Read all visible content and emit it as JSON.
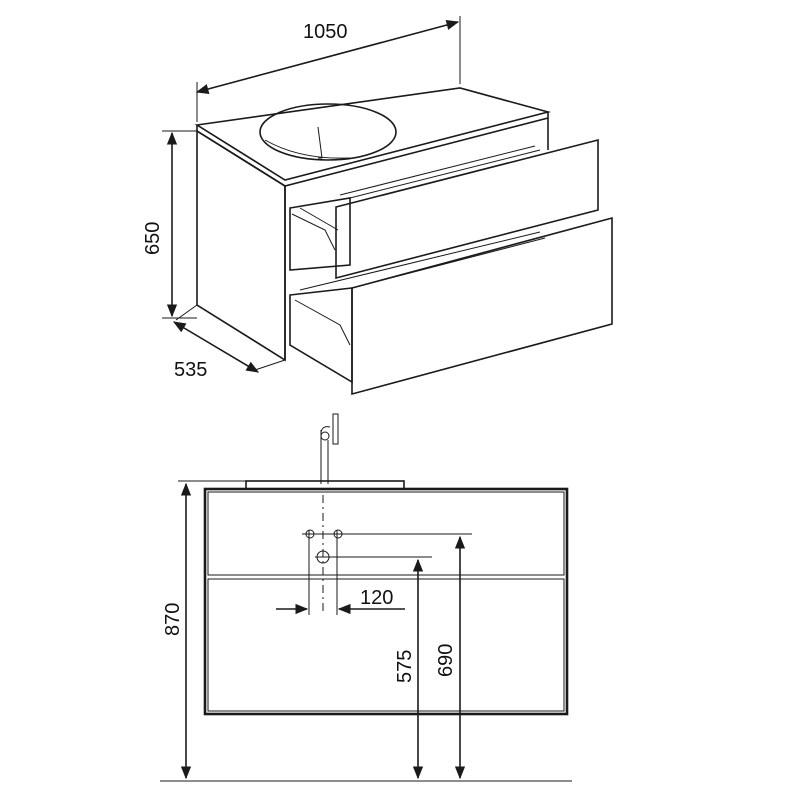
{
  "drawing": {
    "iso_view": {
      "width_label": "1050",
      "height_label": "650",
      "depth_label": "535"
    },
    "front_view": {
      "height_label": "870",
      "hole_spacing_label": "120",
      "drain_height_label": "575",
      "tap_height_label": "690"
    }
  },
  "colors": {
    "line": "#1a1a1a",
    "panel_fill_light": "#f4f4f4",
    "panel_fill_dark": "#d8d8d8",
    "background": "#ffffff"
  }
}
